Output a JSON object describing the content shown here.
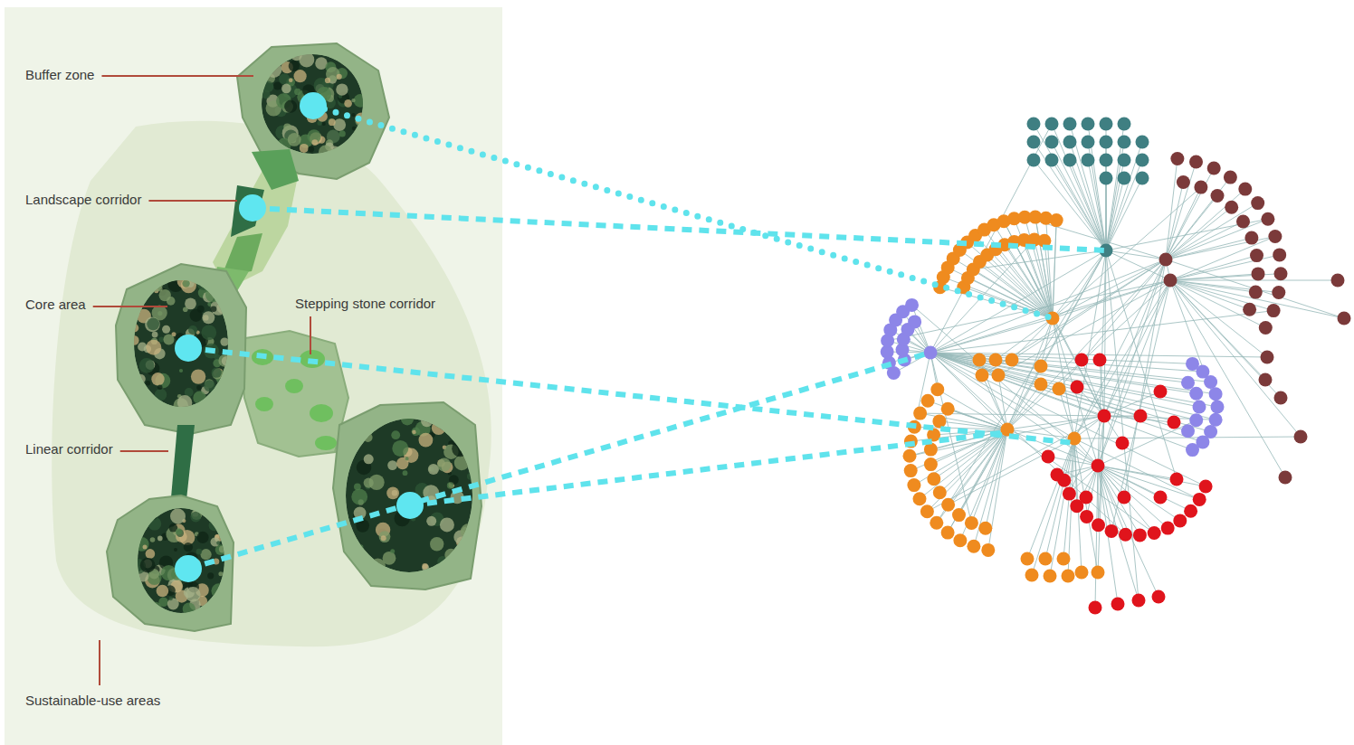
{
  "diagram": {
    "labels": [
      "Buffer zone",
      "Landscape corridor",
      "Core area",
      "Stepping stone corridor",
      "Linear corridor",
      "Sustainable-use areas"
    ]
  }
}
